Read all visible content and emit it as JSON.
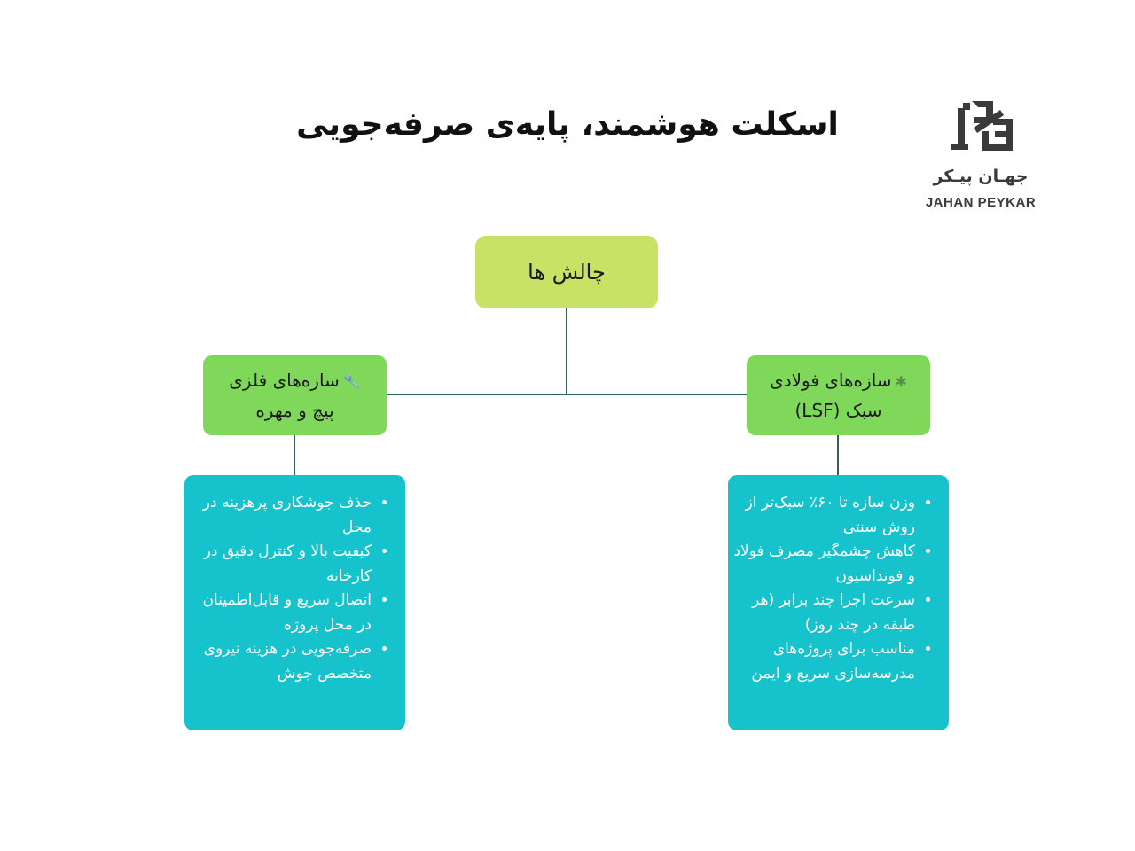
{
  "title": "اسکلت هوشمند، پایه‌ی صرفه‌جویی",
  "logo": {
    "text_fa": "جهـان پیـکر",
    "text_en": "JAHAN PEYKAR"
  },
  "root": {
    "label": "چالش ها"
  },
  "categories": [
    {
      "line1": "سازه‌های فلزی",
      "line2": "پیچ و مهره",
      "icon": "wrench-icon",
      "items": [
        "حذف جوشکاری پرهزینه در محل",
        "کیفیت بالا و کنترل دقیق در کارخانه",
        "اتصال سریع و قابل‌اطمینان در محل پروژه",
        "صرفه‌جویی در هزینه نیروی متخصص جوش"
      ]
    },
    {
      "line1": "سازه‌های فولادی",
      "line2": "سبک (LSF)",
      "icon": "puzzle-icon",
      "items": [
        "وزن سازه تا ۶۰٪ سبک‌تر از روش سنتی",
        "کاهش چشمگیر مصرف فولاد و فونداسیون",
        "سرعت اجرا چند برابر (هر طبقه در چند روز)",
        "مناسب برای پروژه‌های مدرسه‌سازی سریع و ایمن"
      ]
    }
  ],
  "colors": {
    "root_fill": "#c8e265",
    "category_fill": "#7fd85a",
    "detail_fill": "#16c3cc",
    "connector": "#2f5e62"
  }
}
